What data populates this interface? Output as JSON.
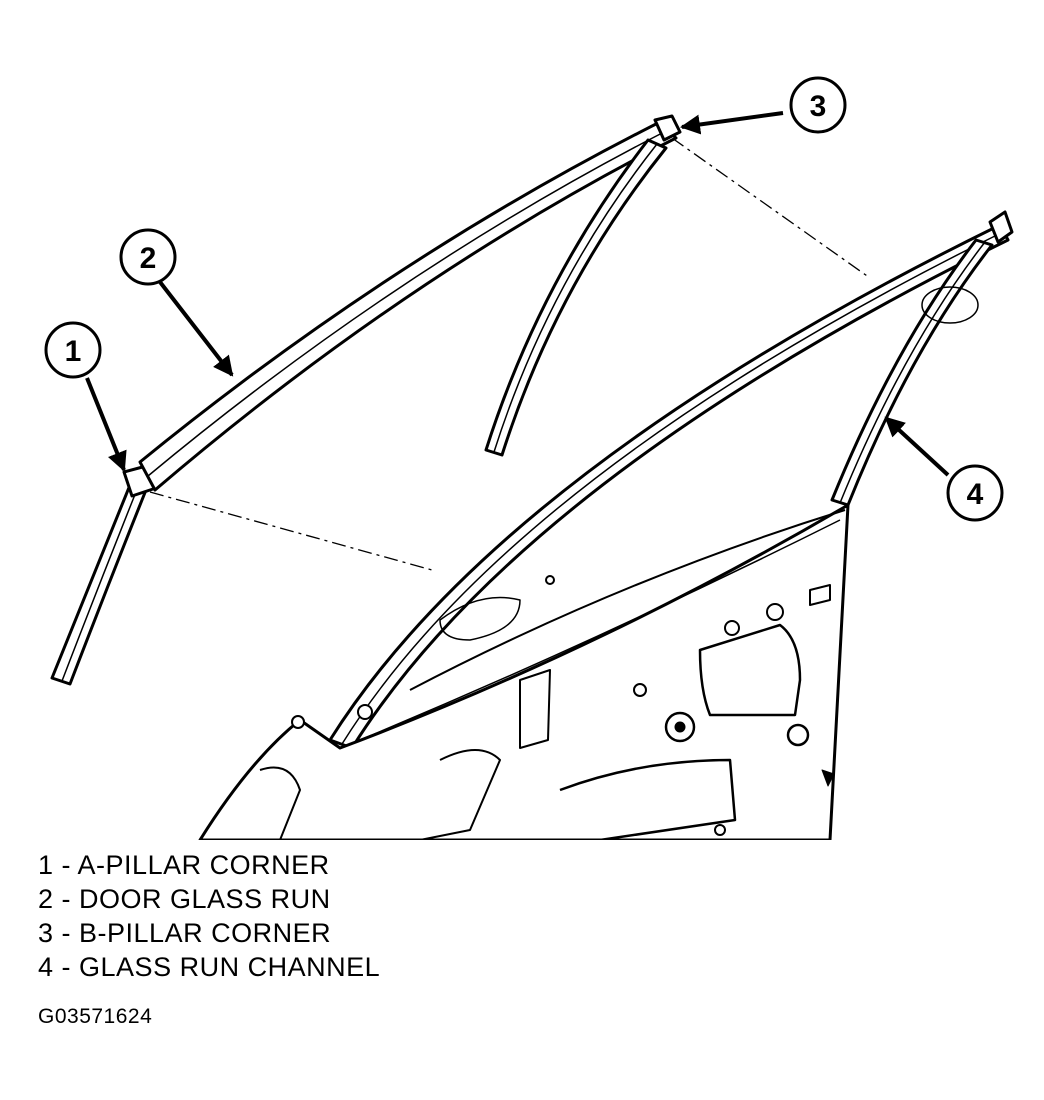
{
  "callouts": [
    {
      "number": "1"
    },
    {
      "number": "2"
    },
    {
      "number": "3"
    },
    {
      "number": "4"
    }
  ],
  "legend": [
    {
      "number": "1",
      "sep": " - ",
      "label": "A-PILLAR CORNER"
    },
    {
      "number": "2",
      "sep": " - ",
      "label": "DOOR GLASS RUN"
    },
    {
      "number": "3",
      "sep": " - ",
      "label": "B-PILLAR CORNER"
    },
    {
      "number": "4",
      "sep": " - ",
      "label": "GLASS RUN CHANNEL"
    }
  ],
  "figure_id": "G03571624",
  "colors": {
    "ink": "#000000",
    "paper": "#ffffff"
  }
}
